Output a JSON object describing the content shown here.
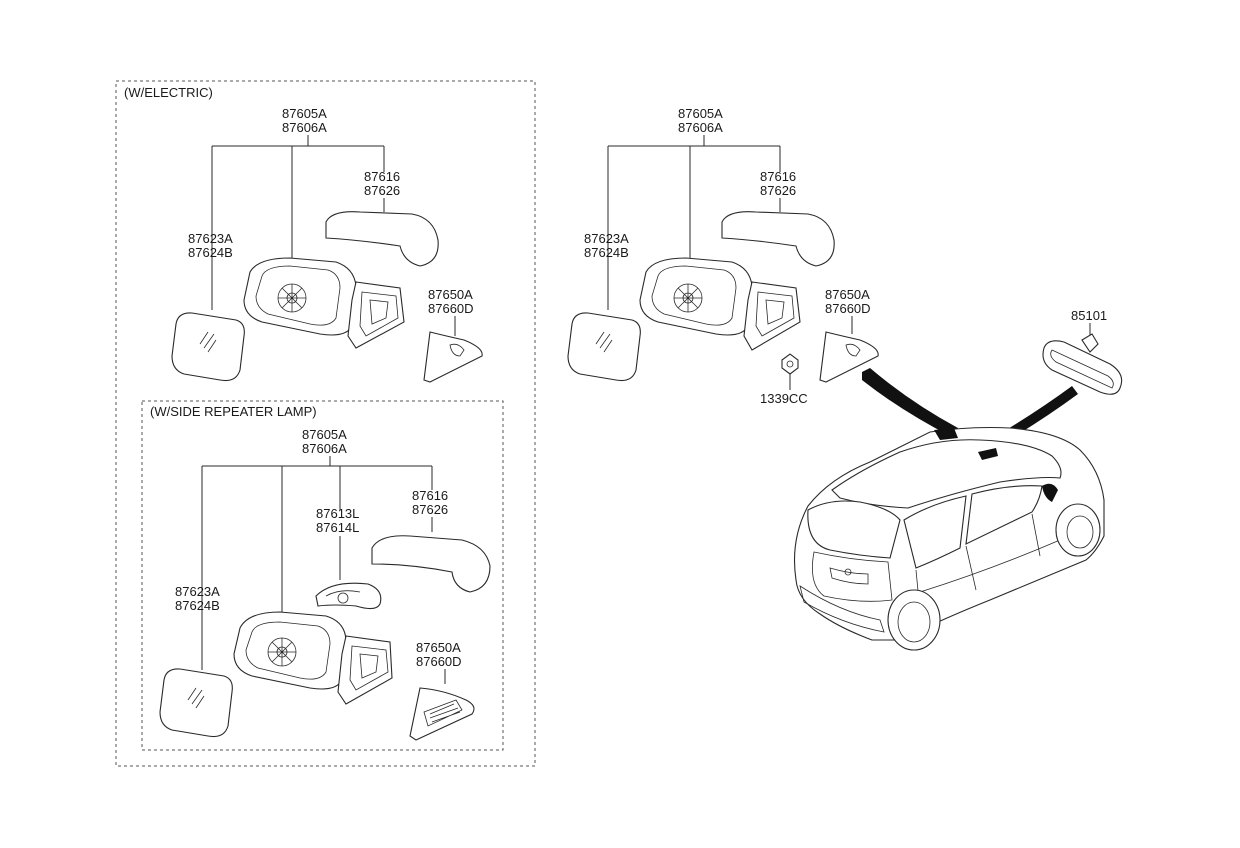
{
  "groups": {
    "electric": "(W/ELECTRIC)",
    "repeater": "(W/SIDE REPEATER LAMP)"
  },
  "parts": {
    "mirror_assy_l": "87605A",
    "mirror_assy_r": "87606A",
    "cover_l": "87616",
    "cover_r": "87626",
    "glass_l": "87623A",
    "glass_r": "87624B",
    "garnish_l": "87650A",
    "garnish_r": "87660D",
    "repeater_l": "87613L",
    "repeater_r": "87614L",
    "screw": "1339CC",
    "inside_mirror": "85101"
  }
}
